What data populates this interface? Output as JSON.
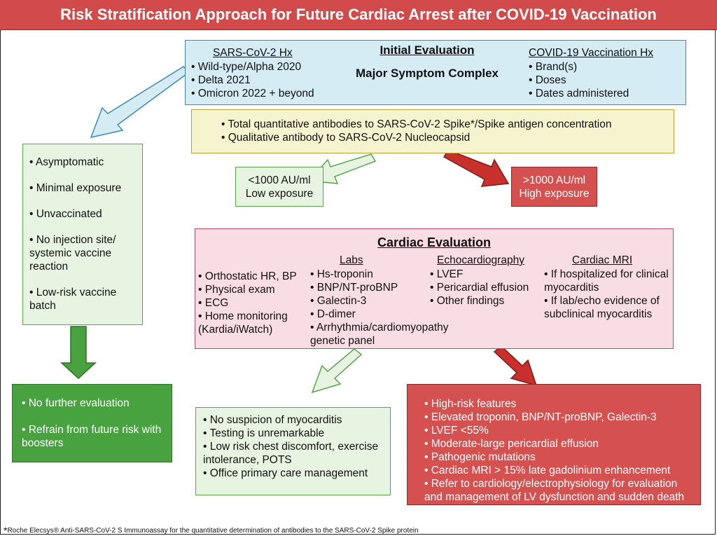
{
  "title": "Risk Stratification Approach for Future Cardiac Arrest after COVID-19 Vaccination",
  "initial": {
    "title": "Initial Evaluation",
    "subtitle": "Major Symptom Complex",
    "sars_heading": "SARS-CoV-2 Hx",
    "sars_items": [
      "Wild-type/Alpha 2020",
      "Delta 2021",
      "Omicron 2022 + beyond"
    ],
    "vacc_heading": "COVID-19 Vaccination Hx",
    "vacc_items": [
      "Brand(s)",
      "Doses",
      "Dates administered"
    ]
  },
  "antibody": {
    "items": [
      "Total quantitative antibodies to SARS-CoV-2 Spike*/Spike antigen concentration",
      "Qualitative antibody to SARS-CoV-2 Nucleocapsid"
    ]
  },
  "low_exposure": {
    "line1": "<1000 AU/ml",
    "line2": "Low exposure"
  },
  "high_exposure": {
    "line1": ">1000 AU/ml",
    "line2": "High exposure"
  },
  "left_box": {
    "items": [
      "Asymptomatic",
      "Minimal exposure",
      "Unvaccinated",
      "No injection site/ systemic vaccine reaction",
      "Low-risk vaccine batch"
    ]
  },
  "no_further": {
    "items": [
      "No further evaluation",
      "Refrain from future risk with boosters"
    ]
  },
  "cardiac": {
    "title": "Cardiac Evaluation",
    "basic_items": [
      "Orthostatic HR, BP",
      "Physical exam",
      "ECG",
      "Home monitoring (Kardia/iWatch)"
    ],
    "labs_heading": "Labs",
    "labs_items": [
      "Hs-troponin",
      "BNP/NT-proBNP",
      "Galectin-3",
      "D-dimer",
      "Arrhythmia/cardiomyopathy genetic panel"
    ],
    "echo_heading": "Echocardiography",
    "echo_items": [
      "LVEF",
      "Pericardial effusion",
      "Other findings"
    ],
    "mri_heading": "Cardiac MRI",
    "mri_items": [
      "If hospitalized for clinical myocarditis",
      "If lab/echo evidence of subclinical myocarditis"
    ]
  },
  "low_risk": {
    "items": [
      "No suspicion of myocarditis",
      "Testing is unremarkable",
      "Low risk chest discomfort, exercise intolerance, POTS",
      "Office primary care management"
    ]
  },
  "high_risk": {
    "items": [
      "High-risk features",
      "Elevated troponin, BNP/NT-proBNP, Galectin-3",
      "LVEF <55%",
      "Moderate-large pericardial effusion",
      "Pathogenic mutations",
      "Cardiac MRI > 15% late gadolinium enhancement",
      "Refer to cardiology/electrophysiology for evaluation and management of LV dysfunction and sudden death prevention"
    ]
  },
  "footnote": {
    "star": "*",
    "text": "Roche Elecsys® Anti-SARS-CoV-2 S Immunoassay for the quantitative determination of antibodies to the SARS-CoV-2 Spike protein"
  },
  "colors": {
    "title_bg": "#d14b4b",
    "blue_box": "#d5ecf4",
    "yellow_box": "#f6f3cf",
    "green_light": "#e7f4e1",
    "green_dark": "#47a23f",
    "red": "#d45150",
    "pink": "#f9dde4"
  }
}
